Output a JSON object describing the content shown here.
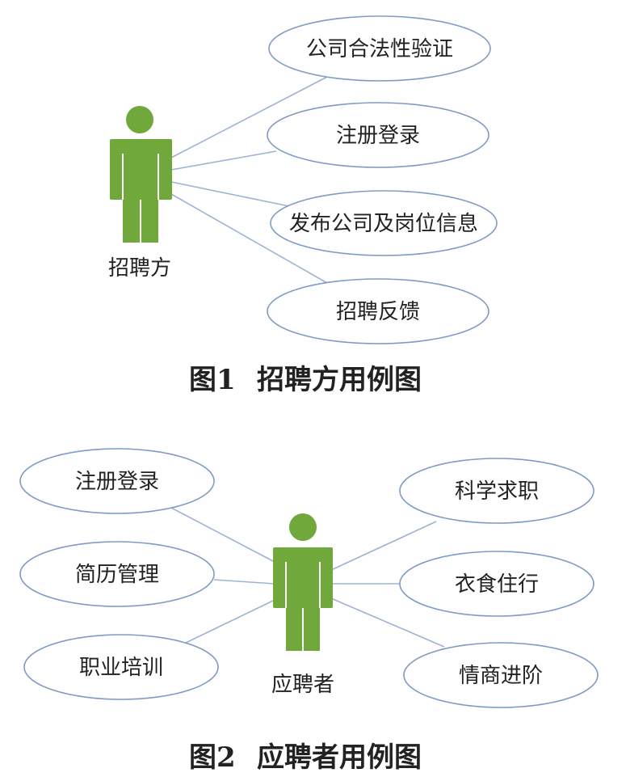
{
  "colors": {
    "actor": "#70a83b",
    "ellipse_stroke": "#7f9bc3",
    "line": "#9db3d3",
    "text": "#222222"
  },
  "figure1": {
    "caption_number": "图1",
    "caption_text": "招聘方用例图",
    "actor_label": "招聘方",
    "use_cases": [
      {
        "label": "公司合法性验证"
      },
      {
        "label": "注册登录"
      },
      {
        "label": "发布公司及岗位信息"
      },
      {
        "label": "招聘反馈"
      }
    ]
  },
  "figure2": {
    "caption_number": "图2",
    "caption_text": "应聘者用例图",
    "actor_label": "应聘者",
    "left_use_cases": [
      {
        "label": "注册登录"
      },
      {
        "label": "简历管理"
      },
      {
        "label": "职业培训"
      }
    ],
    "right_use_cases": [
      {
        "label": "科学求职"
      },
      {
        "label": "衣食住行"
      },
      {
        "label": "情商进阶"
      }
    ]
  }
}
